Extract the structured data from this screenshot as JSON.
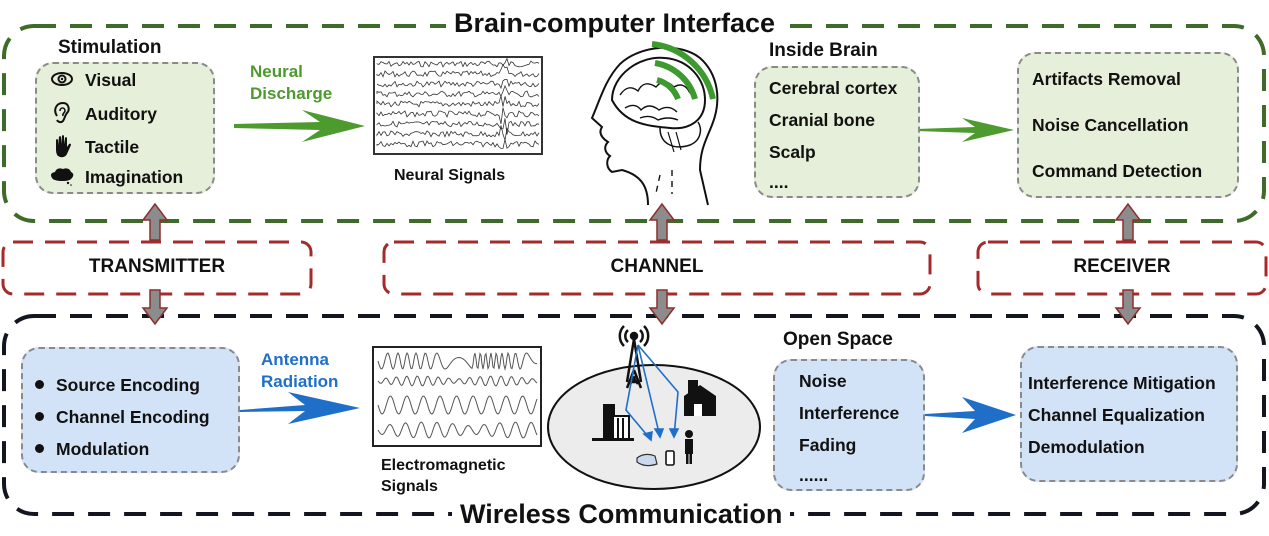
{
  "bci": {
    "title": "Brain-computer Interface",
    "stimulation": {
      "heading": "Stimulation",
      "items": [
        {
          "icon": "eye-icon",
          "label": "Visual"
        },
        {
          "icon": "ear-icon",
          "label": "Auditory"
        },
        {
          "icon": "hand-icon",
          "label": "Tactile"
        },
        {
          "icon": "thought-cloud-icon",
          "label": "Imagination"
        }
      ]
    },
    "arrow_label": [
      "Neural",
      "Discharge"
    ],
    "signals_caption": "Neural Signals",
    "inside_brain": {
      "heading": "Inside Brain",
      "items": [
        "Cerebral cortex",
        "Cranial bone",
        "Scalp",
        "...."
      ]
    },
    "processing": {
      "items": [
        "Artifacts Removal",
        "Noise Cancellation",
        "Command Detection"
      ]
    }
  },
  "blocks": {
    "transmitter": "TRANSMITTER",
    "channel": "CHANNEL",
    "receiver": "RECEIVER"
  },
  "wireless": {
    "title": "Wireless Communication",
    "transmitter": {
      "items": [
        "Source Encoding",
        "Channel Encoding",
        "Modulation"
      ]
    },
    "arrow_label": [
      "Antenna",
      "Radiation"
    ],
    "signals_caption": [
      "Electromagnetic",
      "Signals"
    ],
    "open_space": {
      "heading": "Open Space",
      "items": [
        "Noise",
        "Interference",
        "Fading",
        "......"
      ]
    },
    "receiver": {
      "items": [
        "Interference Mitigation",
        "Channel Equalization",
        "Demodulation"
      ]
    }
  },
  "colors": {
    "bci_border": "#3f6b2a",
    "wireless_border": "#14161f",
    "block_border": "#a52a2a",
    "green_arrow": "#4d9a2e",
    "blue_arrow": "#1f6fc9",
    "green_fill": "#e6efd9",
    "blue_fill": "#d3e3f7",
    "connector_fill": "#8c8c8c"
  }
}
